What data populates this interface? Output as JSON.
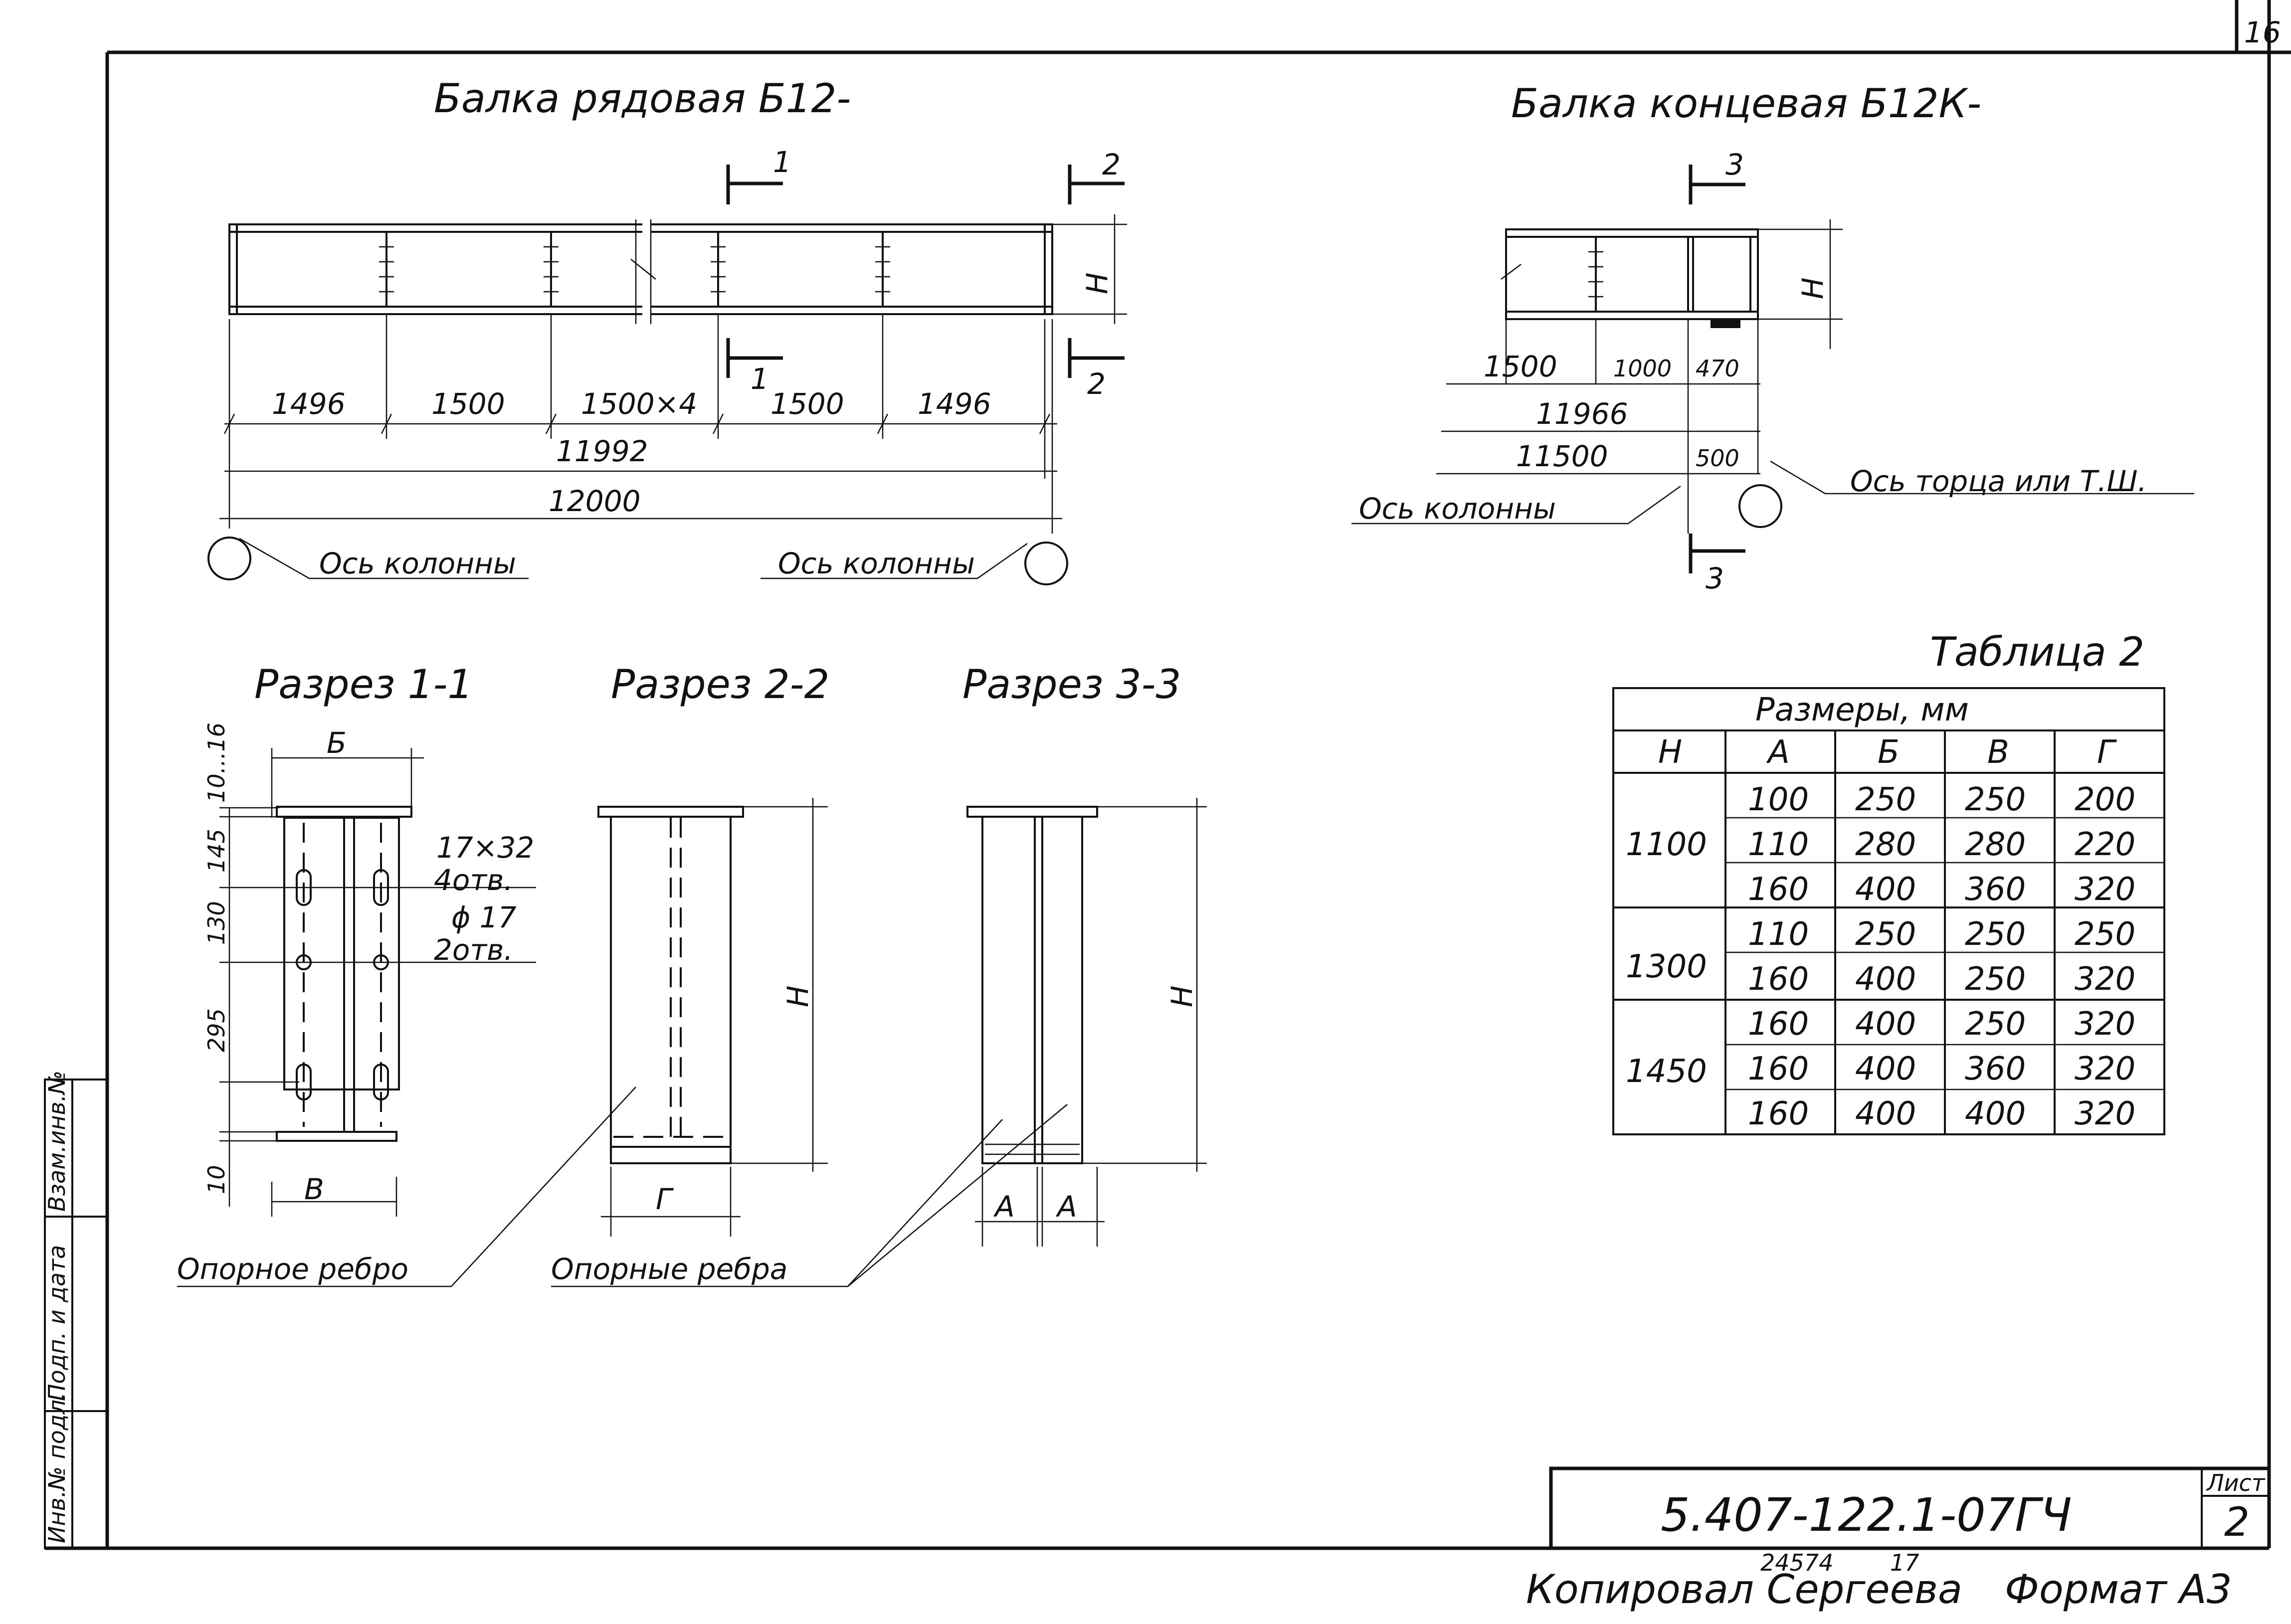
{
  "sheet": {
    "sheet_number_top": "16",
    "code": "5.407-122.1-07ГЧ",
    "list_label": "Лист",
    "list_number": "2",
    "copied_by": "Копировал Сергеева",
    "stamp_digits": "24574",
    "stamp_number": "17",
    "format": "Формат А3",
    "side_labels": [
      "Взам.инв.№",
      "Подп. и дата",
      "Инв.№ подл."
    ]
  },
  "beam_row": {
    "title": "Балка рядовая Б12-",
    "section_marks": [
      "1",
      "2",
      "1",
      "2"
    ],
    "height_label": "H",
    "dims": [
      "1496",
      "1500",
      "1500×4",
      "1500",
      "1496"
    ],
    "overall_dims": [
      "11992",
      "12000"
    ],
    "axis_labels": [
      "Ось колонны",
      "Ось колонны"
    ]
  },
  "beam_end": {
    "title": "Балка концевая Б12К-",
    "section_marks": [
      "3",
      "3"
    ],
    "height_label": "H",
    "dims": [
      "1500",
      "1000",
      "470"
    ],
    "overall_dims": [
      "11966",
      "11500",
      "500"
    ],
    "axis_labels": [
      "Ось колонны",
      "Ось торца или Т.Ш."
    ]
  },
  "section_1": {
    "title": "Разрез 1-1",
    "top_label": "Б",
    "bottom_label": "В",
    "vertical_dims": [
      "10...16",
      "145",
      "130",
      "295",
      "10"
    ],
    "hole_notes": [
      "17×32",
      "4отв.",
      "ϕ 17",
      "2отв."
    ],
    "rib_label": "Опорное ребро"
  },
  "section_2": {
    "title": "Разрез 2-2",
    "height_label": "H",
    "bottom_label": "Г",
    "rib_label": "Опорные ребра"
  },
  "section_3": {
    "title": "Разрез 3-3",
    "height_label": "H",
    "bottom_labels": [
      "А",
      "А"
    ]
  },
  "table": {
    "title": "Таблица 2",
    "group_header": "Размеры, мм",
    "columns": [
      "H",
      "А",
      "Б",
      "В",
      "Г"
    ],
    "groups": [
      {
        "h": "1100",
        "rows": [
          [
            "100",
            "250",
            "250",
            "200"
          ],
          [
            "110",
            "280",
            "280",
            "220"
          ],
          [
            "160",
            "400",
            "360",
            "320"
          ]
        ]
      },
      {
        "h": "1300",
        "rows": [
          [
            "110",
            "250",
            "250",
            "250"
          ],
          [
            "160",
            "400",
            "250",
            "320"
          ]
        ]
      },
      {
        "h": "1450",
        "rows": [
          [
            "160",
            "400",
            "250",
            "320"
          ],
          [
            "160",
            "400",
            "360",
            "320"
          ],
          [
            "160",
            "400",
            "400",
            "320"
          ]
        ]
      }
    ]
  }
}
